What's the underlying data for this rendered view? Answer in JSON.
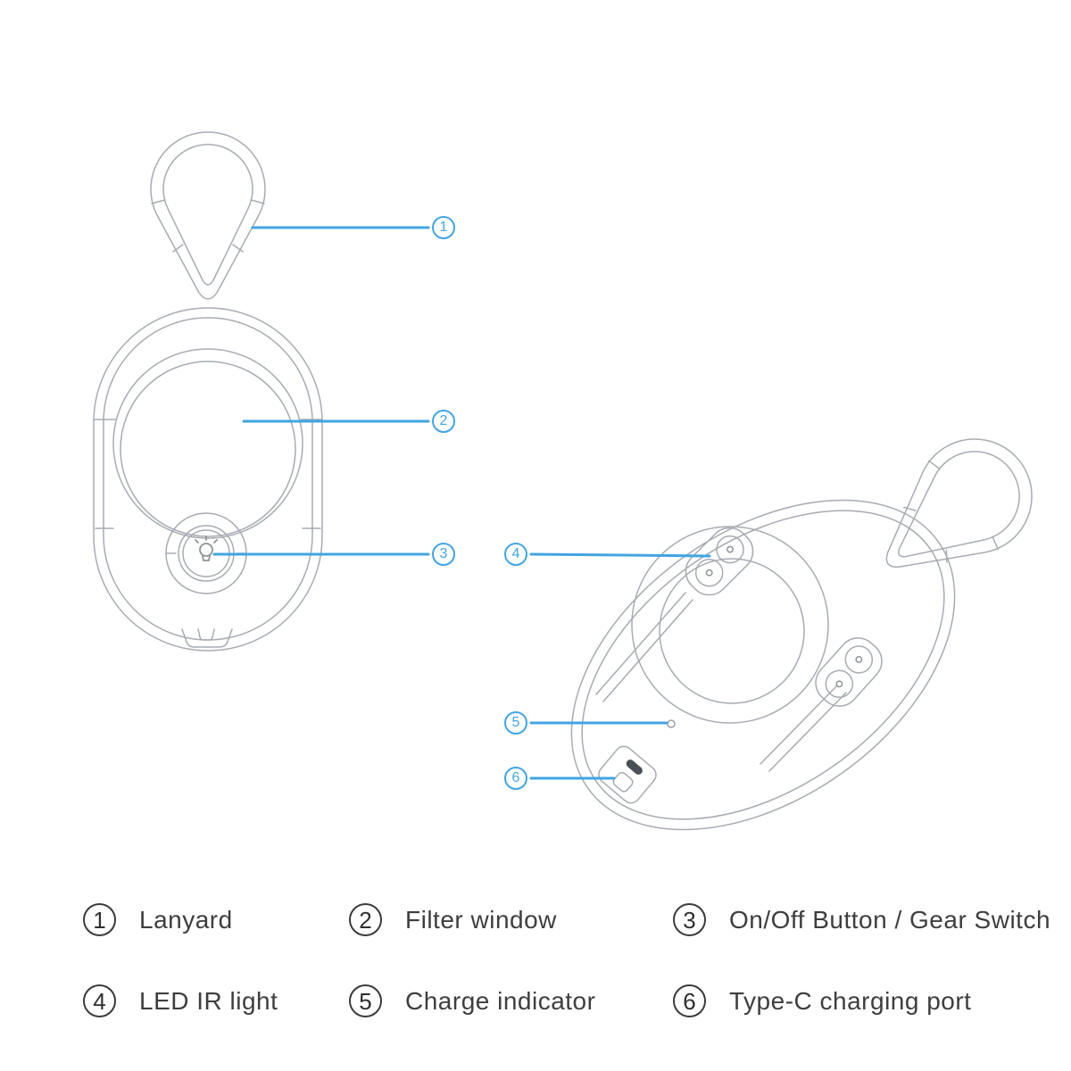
{
  "colors": {
    "accent": "#42a5e1",
    "line": "#a7acb2",
    "line_dark": "#8e9398",
    "legend_text": "#3e3e3e"
  },
  "callouts": [
    {
      "number": "1"
    },
    {
      "number": "2"
    },
    {
      "number": "3"
    },
    {
      "number": "4"
    },
    {
      "number": "5"
    },
    {
      "number": "6"
    }
  ],
  "legend": {
    "items": [
      {
        "number": "1",
        "label": "Lanyard"
      },
      {
        "number": "2",
        "label": "Filter window"
      },
      {
        "number": "3",
        "label": "On/Off Button / Gear Switch"
      },
      {
        "number": "4",
        "label": "LED IR light"
      },
      {
        "number": "5",
        "label": "Charge indicator"
      },
      {
        "number": "6",
        "label": "Type-C charging port"
      }
    ]
  }
}
